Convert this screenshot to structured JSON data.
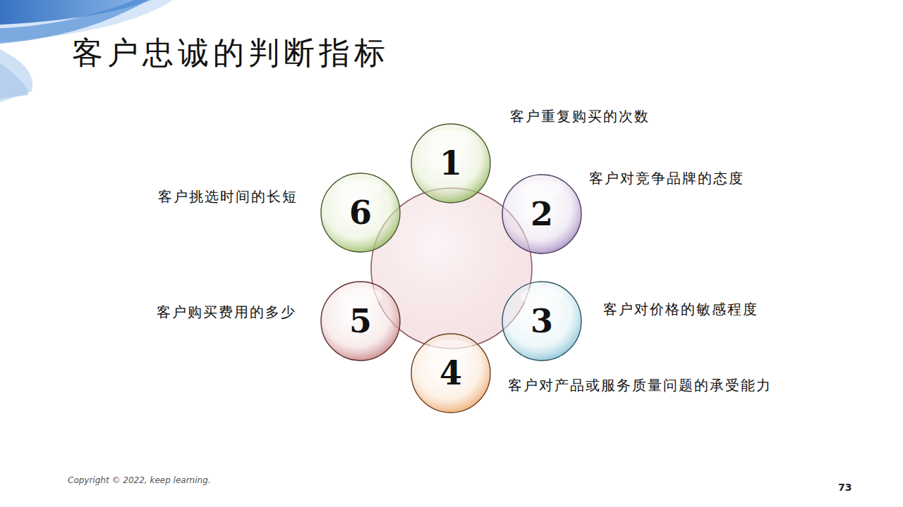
{
  "diagram": {
    "title": "客户忠诚的判断指标",
    "nodes": [
      {
        "text": [
          "1",
          "客户重复购买的次数"
        ]
      },
      {
        "text": [
          "2",
          "客户对竞争品牌的态度"
        ]
      },
      {
        "text": [
          "3",
          "客户对价格的敏感程度"
        ]
      },
      {
        "text": [
          "4",
          "客户对产品或服务质量问题的承受能力"
        ]
      },
      {
        "text": [
          "5",
          "客户购买费用的多少"
        ]
      },
      {
        "text": [
          "6",
          "客户挑选时间的长短"
        ]
      }
    ],
    "labels": [
      "Copyright © 2022, keep learning.",
      "73"
    ]
  }
}
